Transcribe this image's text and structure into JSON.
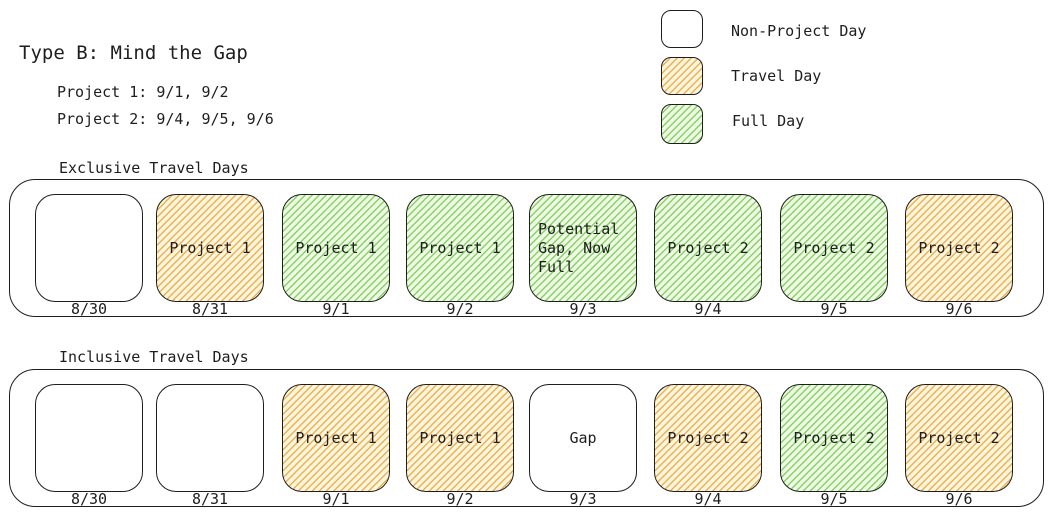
{
  "title": "Type B: Mind the Gap",
  "projects": [
    "Project 1: 9/1, 9/2",
    "Project 2: 9/4, 9/5, 9/6"
  ],
  "legend": [
    {
      "label": "Non-Project Day",
      "kind": "none"
    },
    {
      "label": "Travel Day",
      "kind": "travel"
    },
    {
      "label": "Full Day",
      "kind": "full"
    }
  ],
  "colors": {
    "travel": "#e6a63c",
    "full": "#78c850",
    "stroke": "#1e1e1e"
  },
  "rows": [
    {
      "label": "Exclusive Travel Days",
      "days": [
        {
          "date": "8/30",
          "kind": "none",
          "text": ""
        },
        {
          "date": "8/31",
          "kind": "travel",
          "text": "Project 1"
        },
        {
          "date": "9/1",
          "kind": "full",
          "text": "Project 1"
        },
        {
          "date": "9/2",
          "kind": "full",
          "text": "Project 1"
        },
        {
          "date": "9/3",
          "kind": "full",
          "text": "Potential Gap, Now Full"
        },
        {
          "date": "9/4",
          "kind": "full",
          "text": "Project 2"
        },
        {
          "date": "9/5",
          "kind": "full",
          "text": "Project 2"
        },
        {
          "date": "9/6",
          "kind": "travel",
          "text": "Project 2"
        }
      ]
    },
    {
      "label": "Inclusive Travel Days",
      "days": [
        {
          "date": "8/30",
          "kind": "none",
          "text": ""
        },
        {
          "date": "8/31",
          "kind": "none",
          "text": ""
        },
        {
          "date": "9/1",
          "kind": "travel",
          "text": "Project 1"
        },
        {
          "date": "9/2",
          "kind": "travel",
          "text": "Project 1"
        },
        {
          "date": "9/3",
          "kind": "none",
          "text": "Gap"
        },
        {
          "date": "9/4",
          "kind": "travel",
          "text": "Project 2"
        },
        {
          "date": "9/5",
          "kind": "full",
          "text": "Project 2"
        },
        {
          "date": "9/6",
          "kind": "travel",
          "text": "Project 2"
        }
      ]
    }
  ]
}
